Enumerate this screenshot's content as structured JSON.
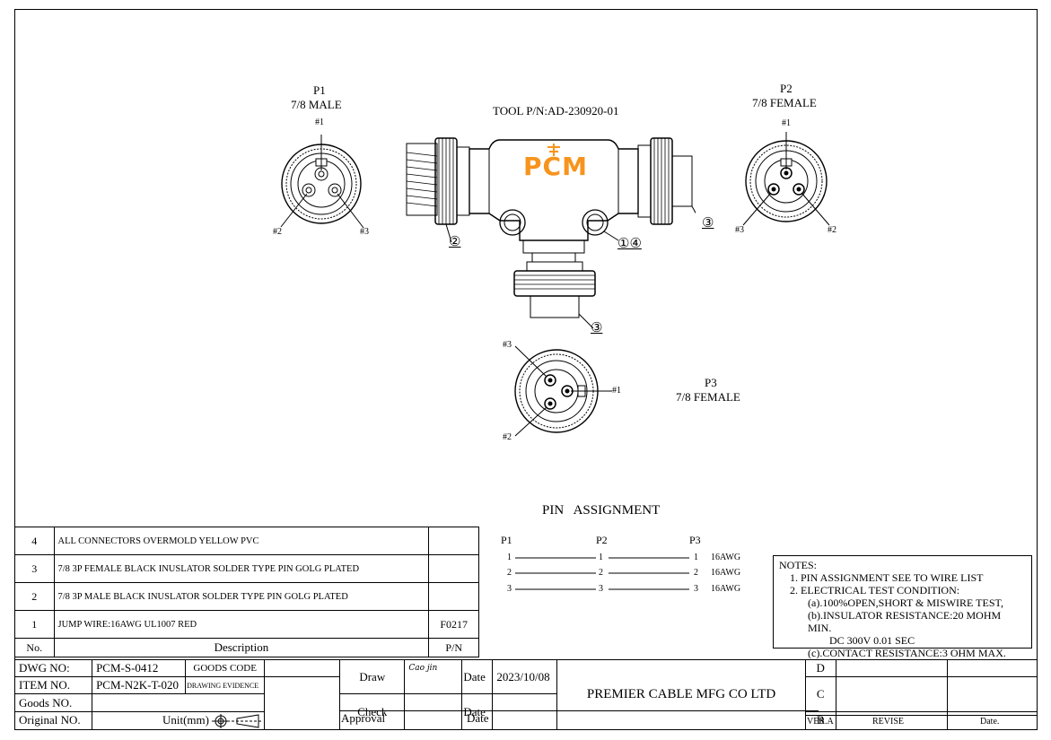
{
  "drawing": {
    "tool_pn": "TOOL P/N:AD-230920-01",
    "logo_text": "PCM",
    "accent_color": "#f7941d",
    "connectors": {
      "p1": {
        "name": "P1",
        "type": "7/8 MALE",
        "pins": [
          "#1",
          "#2",
          "#3"
        ]
      },
      "p2": {
        "name": "P2",
        "type": "7/8 FEMALE",
        "pins": [
          "#1",
          "#3",
          "#2"
        ]
      },
      "p3": {
        "name": "P3",
        "type": "7/8 FEMALE",
        "pins": [
          "#3",
          "#1",
          "#2"
        ]
      }
    },
    "balloons": {
      "b2": "②",
      "b14": "①④",
      "b3_right": "③",
      "b3_bottom": "③"
    }
  },
  "pin_assignment": {
    "title": "PIN   ASSIGNMENT",
    "headers": [
      "P1",
      "P2",
      "P3"
    ],
    "rows": [
      {
        "p1": "1",
        "p2": "1",
        "p3": "1",
        "wire": "16AWG"
      },
      {
        "p1": "2",
        "p2": "2",
        "p3": "2",
        "wire": "16AWG"
      },
      {
        "p1": "3",
        "p2": "3",
        "p3": "3",
        "wire": "16AWG"
      }
    ]
  },
  "notes": {
    "title": "NOTES:",
    "lines": [
      "1.  PIN ASSIGNMENT SEE TO WIRE LIST",
      "2.  ELECTRICAL TEST CONDITION:",
      "(a).100%OPEN,SHORT & MISWIRE TEST,",
      "(b).INSULATOR RESISTANCE:20 MOHM MIN.",
      "DC 300V 0.01 SEC",
      "(c).CONTACT RESISTANCE:3 OHM MAX."
    ]
  },
  "bom": {
    "header": {
      "no": "No.",
      "description": "Description",
      "pn": "P/N"
    },
    "rows": [
      {
        "no": "4",
        "description": "ALL CONNECTORS OVERMOLD YELLOW PVC",
        "pn": ""
      },
      {
        "no": "3",
        "description": "7/8 3P FEMALE BLACK INUSLATOR SOLDER TYPE PIN GOLG PLATED",
        "pn": ""
      },
      {
        "no": "2",
        "description": "7/8 3P MALE BLACK INUSLATOR SOLDER TYPE PIN GOLG PLATED",
        "pn": ""
      },
      {
        "no": "1",
        "description": "JUMP WIRE:16AWG UL1007 RED",
        "pn": "F0217"
      }
    ]
  },
  "title_block": {
    "dwg_no_label": "DWG NO:",
    "dwg_no": "PCM-S-0412",
    "goods_code_label": "GOODS CODE",
    "item_no_label": "ITEM NO.",
    "item_no": "PCM-N2K-T-020",
    "drawing_evidence_label": "DRAWING EVIDENCE",
    "goods_no_label": "Goods NO.",
    "original_no_label": "Original NO.",
    "unit_label": "Unit(mm)",
    "draw_label": "Draw",
    "draw_sign": "Cao jin",
    "check_label": "Check",
    "approval_label": "Approval",
    "date_label": "Date",
    "draw_date": "2023/10/08",
    "company": "PREMIER CABLE MFG CO LTD",
    "revisions": [
      "D",
      "C",
      "B"
    ],
    "ver_label": "VER.A",
    "revise_label": "REVISE",
    "date2_label": "Date."
  }
}
